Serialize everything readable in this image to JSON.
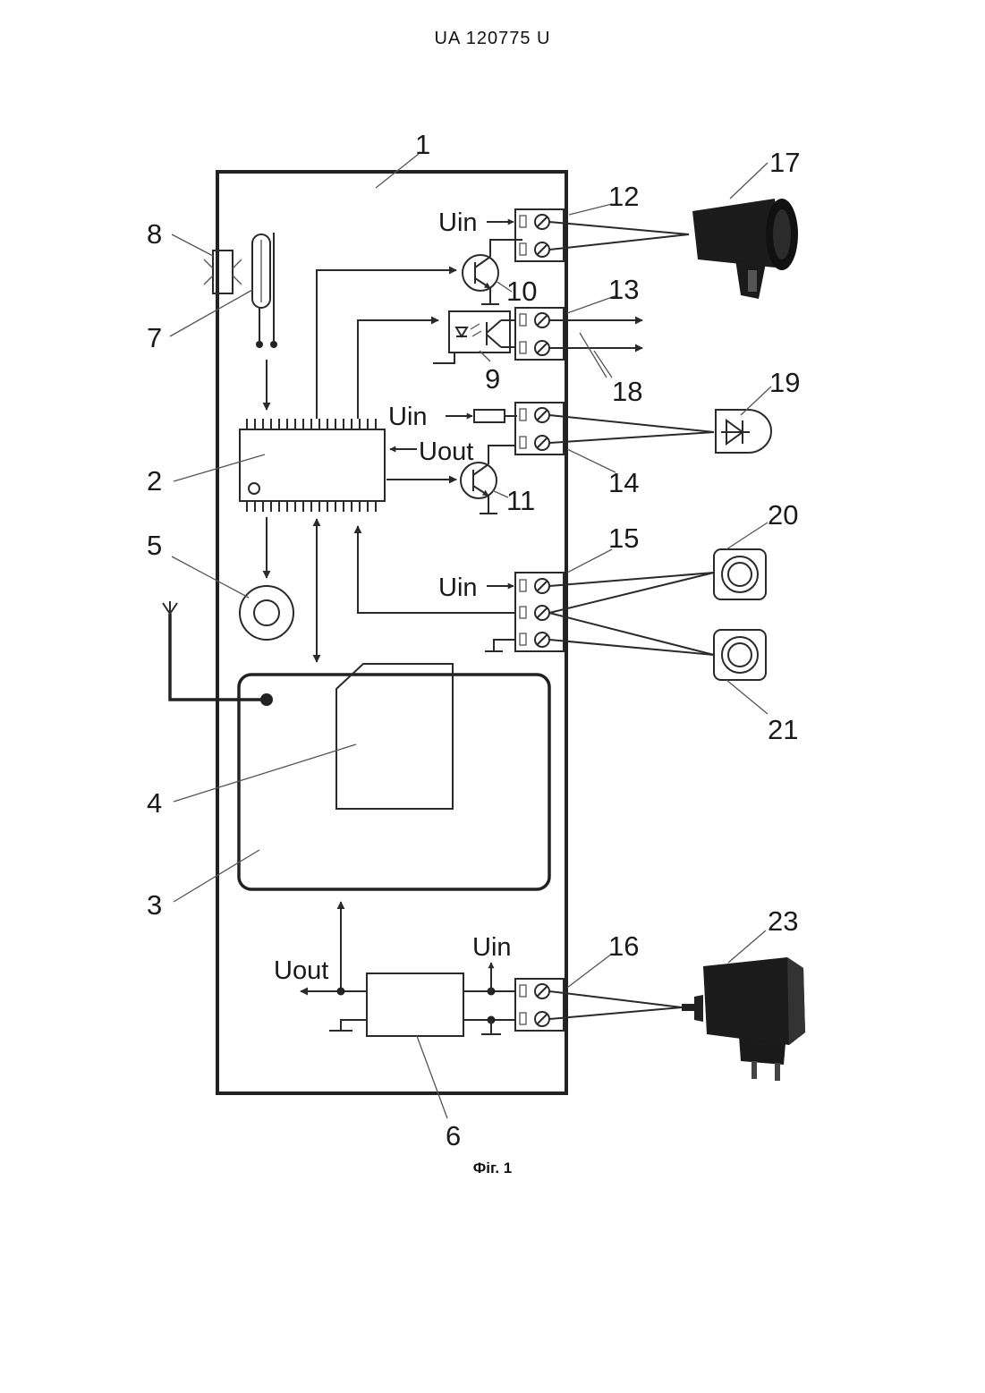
{
  "header": {
    "doc_number": "UA   120775   U"
  },
  "caption": {
    "figure_label": "Фіг. 1"
  },
  "signals": {
    "uin": "Uin",
    "uout": "Uout"
  },
  "refs": {
    "r1": "1",
    "r2": "2",
    "r3": "3",
    "r4": "4",
    "r5": "5",
    "r6": "6",
    "r7": "7",
    "r8": "8",
    "r9": "9",
    "r10": "10",
    "r11": "11",
    "r12": "12",
    "r13": "13",
    "r14": "14",
    "r15": "15",
    "r16": "16",
    "r17": "17",
    "r18": "18",
    "r19": "19",
    "r20": "20",
    "r21": "21",
    "r23": "23"
  }
}
